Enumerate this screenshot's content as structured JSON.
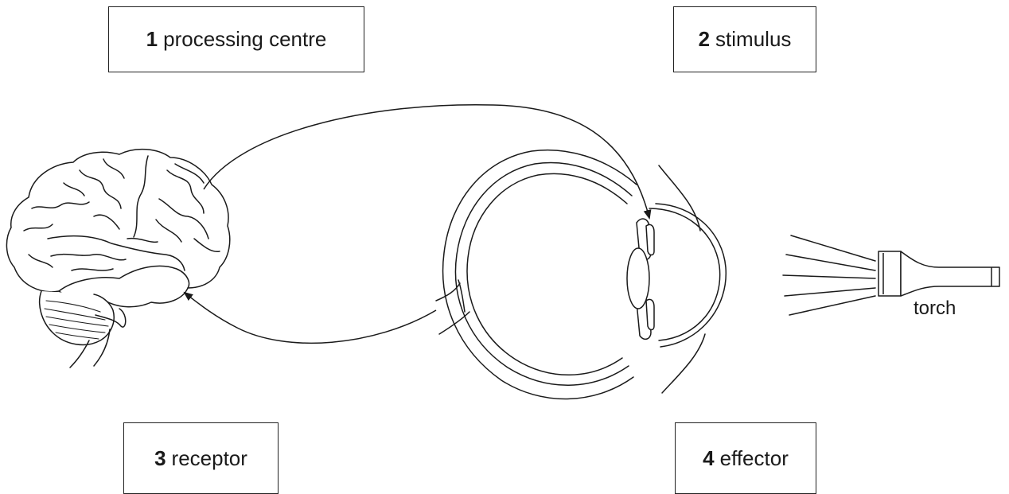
{
  "boxes": {
    "box1": {
      "number": "1",
      "text": "processing centre"
    },
    "box2": {
      "number": "2",
      "text": "stimulus"
    },
    "box3": {
      "number": "3",
      "text": "receptor"
    },
    "box4": {
      "number": "4",
      "text": "effector"
    }
  },
  "torch": {
    "label": "torch"
  },
  "icons": [
    "brain-icon",
    "eye-icon",
    "torch-icon"
  ],
  "colors": {
    "line": "#1a1a1a",
    "background": "#ffffff"
  }
}
